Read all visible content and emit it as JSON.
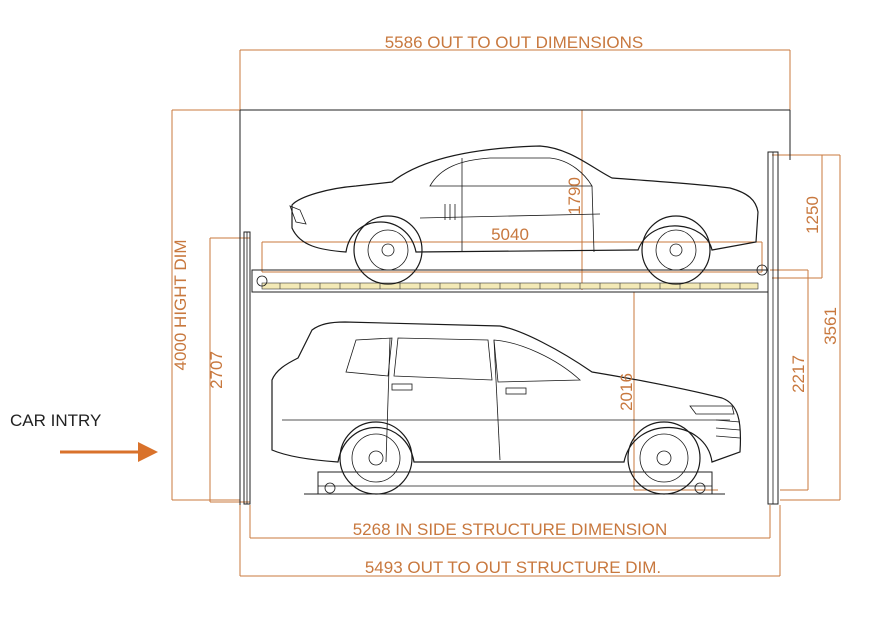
{
  "dimensions": {
    "top_out_to_out": "5586 OUT  TO OUT DIMENSIONS",
    "overall_height": "4000 HIGHT DIM",
    "upper_car_length": "5040",
    "upper_car_height": "1790",
    "left_clear_height": "2707",
    "right_upper_height": "1250",
    "right_total_height": "3561",
    "right_lower_height": "2217",
    "lower_gap": "2016",
    "inside_structure": "5268  IN SIDE STRUCTURE  DIMENSION",
    "bottom_out_to_out": "5493 OUT TO OUT STRUCTURE DIM."
  },
  "labels": {
    "car_entry": "CAR INTRY"
  },
  "colors": {
    "dimension": "#c8783e",
    "arrow": "#d9722b",
    "linework": "#1a1a1a"
  }
}
